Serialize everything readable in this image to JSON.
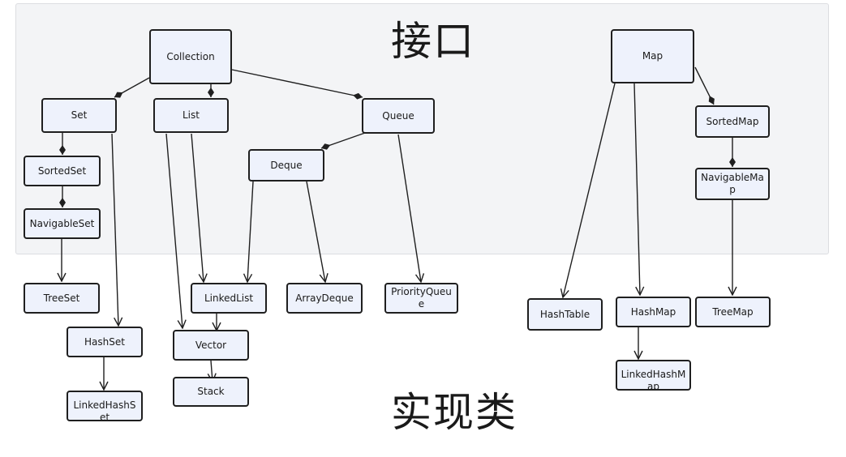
{
  "regions": {
    "interfaces_label": "接口",
    "implementations_label": "实现类"
  },
  "nodes": {
    "collection": "Collection",
    "map": "Map",
    "set": "Set",
    "list": "List",
    "queue": "Queue",
    "sorted_set": "SortedSet",
    "navigable_set": "NavigableSet",
    "deque": "Deque",
    "sorted_map": "SortedMap",
    "navigable_map": "NavigableMap",
    "tree_set": "TreeSet",
    "hash_set": "HashSet",
    "linked_hash_set": "LinkedHashSet",
    "linked_list": "LinkedList",
    "vector": "Vector",
    "stack": "Stack",
    "array_deque": "ArrayDeque",
    "priority_queue": "PriorityQueue",
    "hash_table": "HashTable",
    "hash_map": "HashMap",
    "linked_hash_map": "LinkedHashMap",
    "tree_map": "TreeMap"
  },
  "colors": {
    "interface_region_bg": "#f3f4f6",
    "node_fill": "#eef2fc",
    "node_border": "#1f1f1f",
    "edge": "#1f1f1f"
  }
}
